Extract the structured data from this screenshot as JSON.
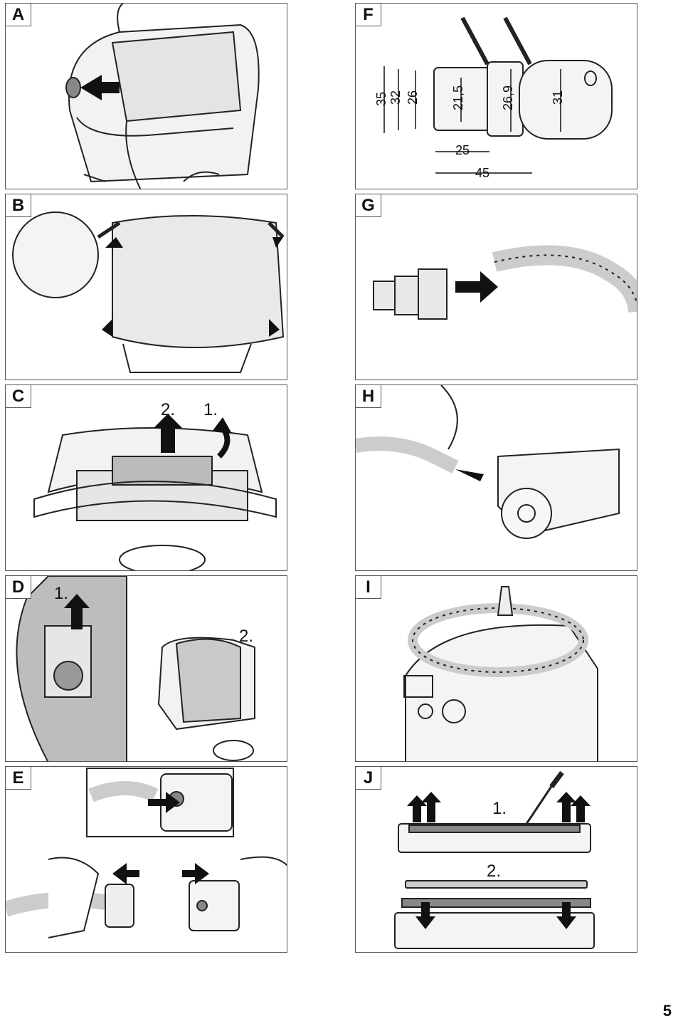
{
  "page_number": "5",
  "panels": {
    "A": {
      "label": "A",
      "icon": "remove-filter-bag-icon"
    },
    "B": {
      "label": "B",
      "icon": "fit-bag-to-container-icon"
    },
    "C": {
      "label": "C",
      "icon": "remove-flat-filter-icon",
      "step2": "2.",
      "step1": "1."
    },
    "D": {
      "label": "D",
      "icon": "remove-disposal-bag-icon",
      "step1": "1.",
      "step2": "2."
    },
    "E": {
      "label": "E",
      "icon": "connect-hose-sleeve-icon"
    },
    "F": {
      "label": "F",
      "icon": "adapter-dimensions-icon",
      "dims": {
        "d35": "35",
        "d32": "32",
        "d26": "26",
        "d21_5": "21,5",
        "d26_9": "26,9",
        "d31": "31",
        "l25": "25",
        "l45": "45"
      }
    },
    "G": {
      "label": "G",
      "icon": "attach-adapter-to-hose-icon"
    },
    "H": {
      "label": "H",
      "icon": "power-tool-connection-icon"
    },
    "I": {
      "label": "I",
      "icon": "hose-storage-icon"
    },
    "J": {
      "label": "J",
      "icon": "replace-floor-strips-icon",
      "step1": "1.",
      "step2": "2."
    }
  }
}
